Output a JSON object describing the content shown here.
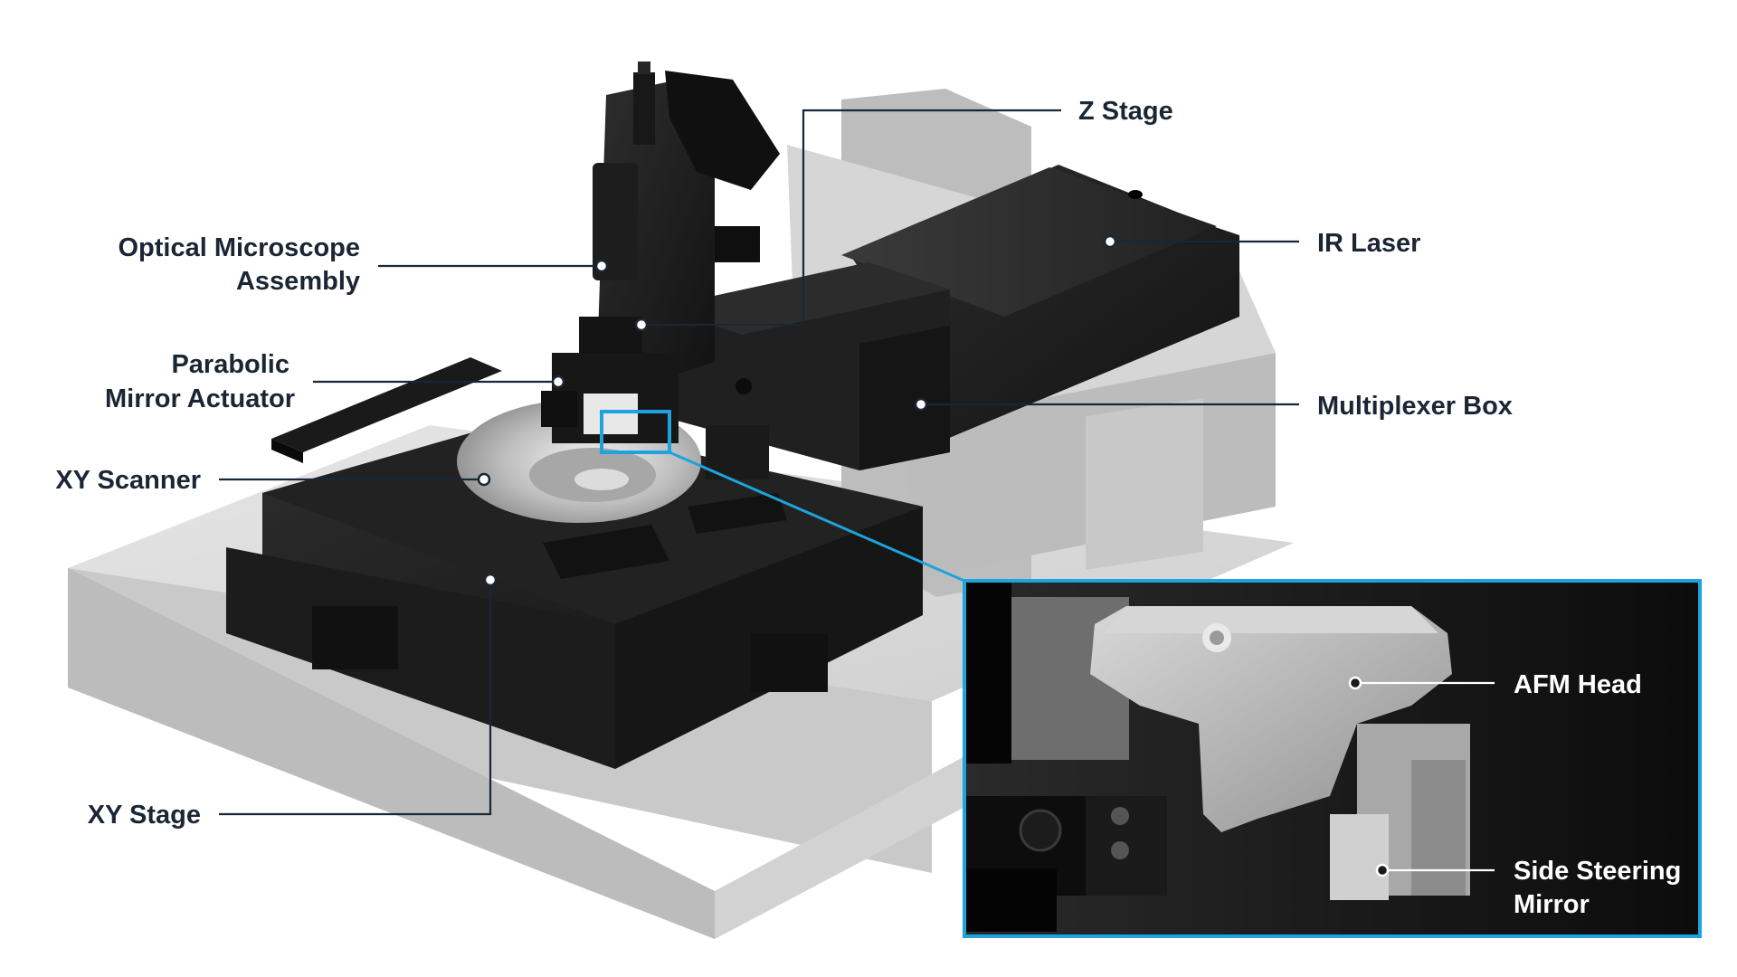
{
  "labels": {
    "z_stage": "Z Stage",
    "ir_laser": "IR Laser",
    "optical_microscope_line1": "Optical Microscope",
    "optical_microscope_line2": "Assembly",
    "parabolic_line1": "Parabolic",
    "parabolic_line2": "Mirror Actuator",
    "multiplexer_box": "Multiplexer Box",
    "xy_scanner": "XY Scanner",
    "xy_stage": "XY Stage",
    "afm_head": "AFM Head",
    "side_steering_line1": "Side Steering",
    "side_steering_line2": "Mirror"
  },
  "colors": {
    "label_text": "#1b2635",
    "leader_line": "#1b2635",
    "inset_border": "#1fa3dc",
    "inset_background": "#111111",
    "inset_text": "#ffffff",
    "base_block": "#d4d4d4",
    "machine_dark": "#1a1a1a",
    "afm_head_metal": "#b9b9b9"
  }
}
